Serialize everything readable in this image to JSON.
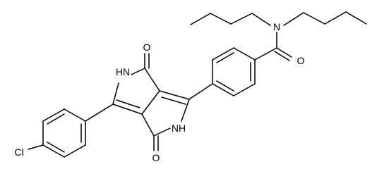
{
  "molecule": {
    "atoms": {
      "n_amide": "N",
      "o_amide": "O",
      "o_carbonyl_top": "O",
      "o_carbonyl_bottom": "O",
      "nh_left": "HN",
      "nh_right": "NH",
      "cl": "Cl"
    },
    "colors": {
      "bonds": "#000000",
      "labels": "#000000",
      "background": "#ffffff"
    }
  }
}
